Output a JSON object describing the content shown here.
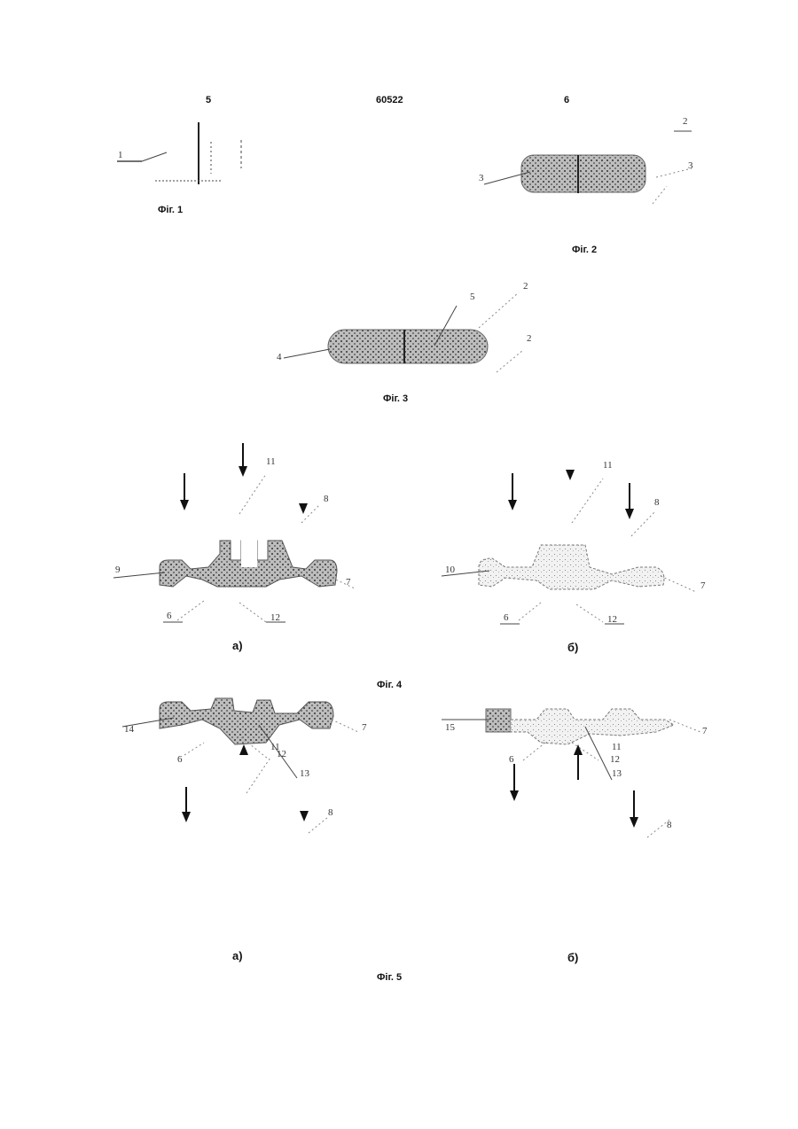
{
  "header": {
    "left_page": "5",
    "doc_number": "60522",
    "right_page": "6"
  },
  "figures": {
    "fig1": {
      "caption": "Фіг. 1",
      "labels": [
        "1"
      ]
    },
    "fig2": {
      "caption": "Фіг. 2",
      "labels": [
        "2",
        "3",
        "3"
      ]
    },
    "fig3": {
      "caption": "Фіг. 3",
      "labels": [
        "4",
        "5",
        "2",
        "2"
      ]
    },
    "fig4": {
      "caption": "Фіг. 4",
      "a": {
        "sub": "а)",
        "labels": [
          "11",
          "8",
          "9",
          "7",
          "6",
          "12"
        ]
      },
      "b": {
        "sub": "б)",
        "labels": [
          "11",
          "8",
          "10",
          "7",
          "6",
          "12"
        ]
      }
    },
    "fig5": {
      "caption": "Фіг. 5",
      "a": {
        "sub": "а)",
        "labels": [
          "11",
          "13",
          "8",
          "14",
          "7",
          "6",
          "12"
        ]
      },
      "b": {
        "sub": "б)",
        "labels": [
          "11",
          "13",
          "8",
          "15",
          "7",
          "6",
          "12"
        ]
      }
    }
  }
}
